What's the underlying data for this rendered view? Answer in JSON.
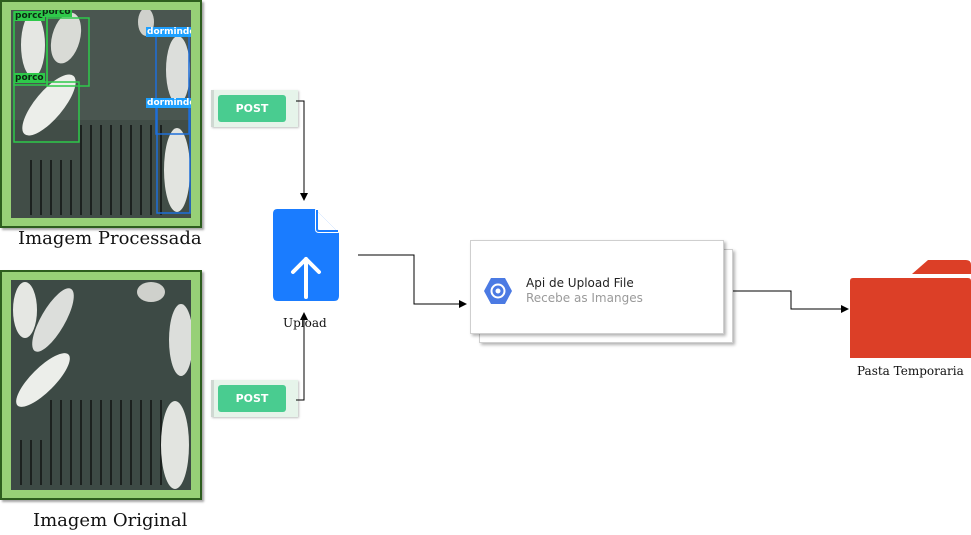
{
  "processed": {
    "caption": "Imagem Processada",
    "labels": {
      "porco": "porco",
      "dormindo": "dormindo"
    }
  },
  "original": {
    "caption": "Imagem Original"
  },
  "post_top": {
    "label": "POST"
  },
  "post_bottom": {
    "label": "POST"
  },
  "upload": {
    "label": "Upload"
  },
  "api": {
    "title": "Api de Upload File",
    "subtitle": "Recebe as Imanges"
  },
  "folder": {
    "label": "Pasta Temporaria"
  },
  "colors": {
    "frame": "#97d077",
    "post": "#49cc90",
    "upload_icon": "#1a7cff",
    "folder": "#dc3f27",
    "api_icon": "#4b7ae3",
    "porco_box": "#2ec94a",
    "dormindo_box": "#1e6fd9"
  }
}
